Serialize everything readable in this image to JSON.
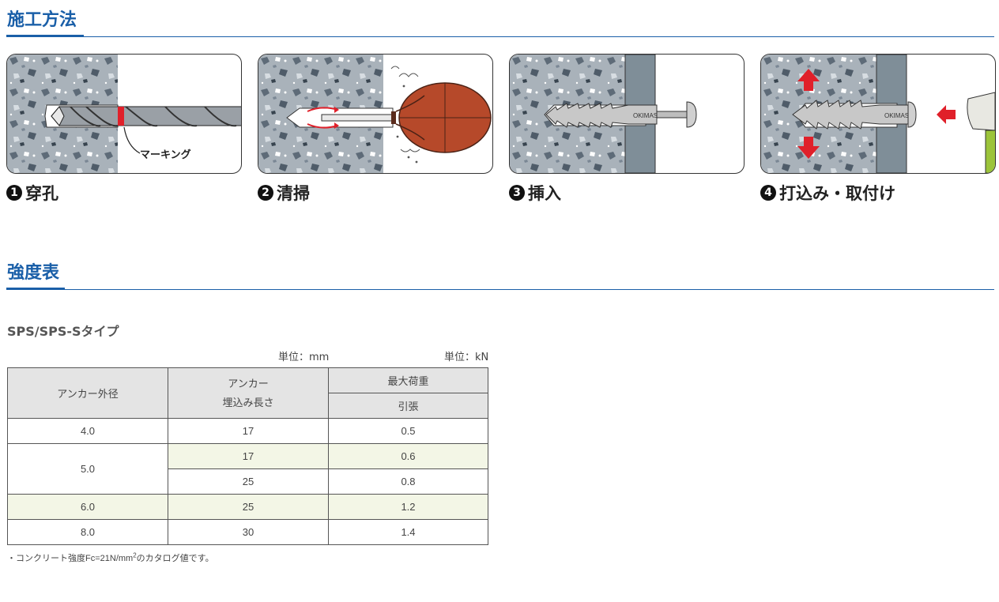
{
  "sections": {
    "method_title": "施工方法",
    "strength_title": "強度表"
  },
  "steps": [
    {
      "num": "1",
      "label": "穿孔",
      "annotation": "マーキング"
    },
    {
      "num": "2",
      "label": "清掃"
    },
    {
      "num": "3",
      "label": "挿入"
    },
    {
      "num": "4",
      "label": "打込み・取付け"
    }
  ],
  "anchor_brand_mark": "OKIMASE",
  "table": {
    "subtitle": "SPS/SPS-Sタイプ",
    "unit_mm": "単位：mm",
    "unit_kn": "単位：kN",
    "headers": {
      "col1": "アンカー外径",
      "col2_line1": "アンカー",
      "col2_line2": "埋込み長さ",
      "col3_top": "最大荷重",
      "col3_sub": "引張"
    },
    "rows": [
      {
        "diameter": "4.0",
        "depth": "17",
        "tension": "0.5"
      },
      {
        "diameter": "5.0",
        "depth": "17",
        "tension": "0.6"
      },
      {
        "diameter": "",
        "depth": "25",
        "tension": "0.8"
      },
      {
        "diameter": "6.0",
        "depth": "25",
        "tension": "1.2"
      },
      {
        "diameter": "8.0",
        "depth": "30",
        "tension": "1.4"
      }
    ]
  },
  "note": {
    "prefix": "・コンクリート強度Fc=21N/mm",
    "sup": "2",
    "suffix": "のカタログ値です。"
  },
  "colors": {
    "accent_blue": "#1a5fa8",
    "marking_red": "#e0202a",
    "concrete_gray": "#a7b0b8",
    "board_gray": "#7f8e98",
    "bulb_brown": "#b6492a",
    "row_highlight": "#f3f6e6"
  }
}
